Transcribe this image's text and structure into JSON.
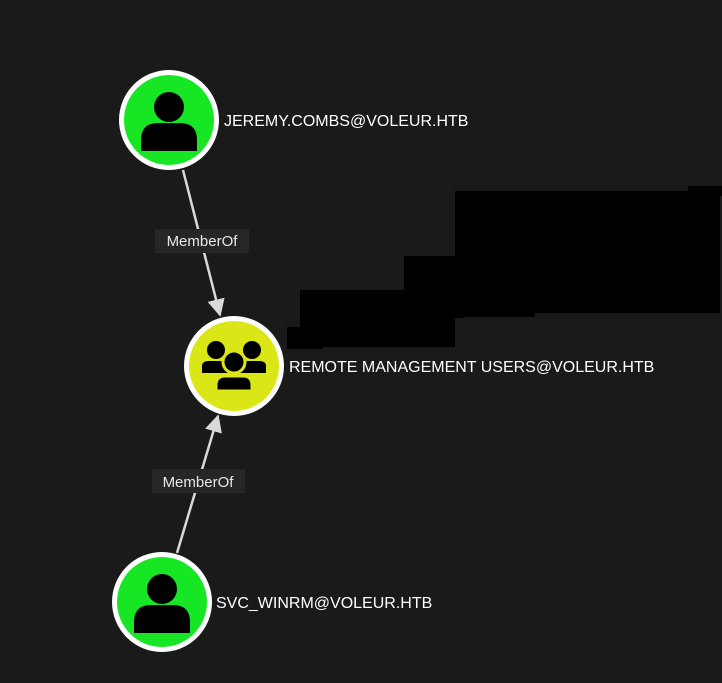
{
  "colors": {
    "background": "#1a1a1a",
    "user_node": "#17e625",
    "group_node": "#dbe617",
    "node_ring": "#ffffff",
    "icon": "#000000",
    "edge": "#d9d9d9",
    "edge_label_bg": "#262626",
    "redaction": "#000000"
  },
  "nodes": {
    "jeremy": {
      "label": "JEREMY.COMBS@VOLEUR.HTB",
      "type": "user",
      "icon": "user-icon"
    },
    "rmu": {
      "label": "REMOTE MANAGEMENT USERS@VOLEUR.HTB",
      "type": "group",
      "icon": "group-icon"
    },
    "svc": {
      "label": "SVC_WINRM@VOLEUR.HTB",
      "type": "user",
      "icon": "user-icon"
    }
  },
  "edges": [
    {
      "from": "JEREMY.COMBS@VOLEUR.HTB",
      "to": "REMOTE MANAGEMENT USERS@VOLEUR.HTB",
      "label": "MemberOf"
    },
    {
      "from": "SVC_WINRM@VOLEUR.HTB",
      "to": "REMOTE MANAGEMENT USERS@VOLEUR.HTB",
      "label": "MemberOf"
    }
  ]
}
